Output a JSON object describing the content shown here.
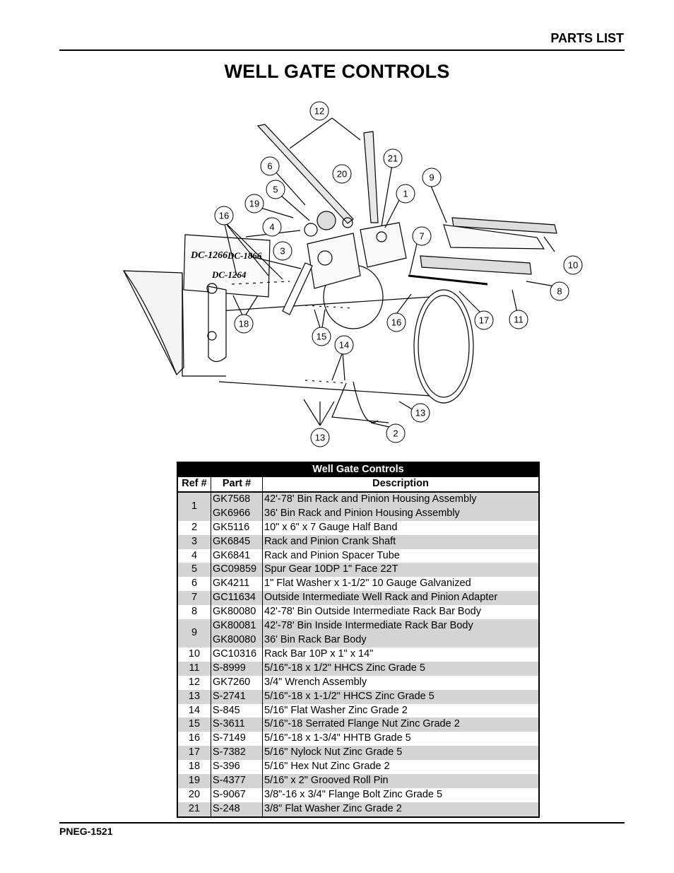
{
  "header": {
    "section": "PARTS LIST"
  },
  "page_title": "WELL GATE CONTROLS",
  "diagram": {
    "callouts": [
      "12",
      "21",
      "6",
      "20",
      "9",
      "5",
      "1",
      "19",
      "16",
      "4",
      "7",
      "3",
      "10",
      "8",
      "18",
      "16",
      "17",
      "11",
      "15",
      "14",
      "13",
      "2",
      "13"
    ],
    "labels": [
      "DC-1266",
      "DC-1866",
      "DC-1264"
    ]
  },
  "table": {
    "caption": "Well Gate Controls",
    "headers": [
      "Ref #",
      "Part #",
      "Description"
    ],
    "rows": [
      {
        "ref": "1",
        "parts": [
          "GK7568",
          "GK6966"
        ],
        "desc": [
          "42'-78' Bin Rack and Pinion Housing Assembly",
          "36' Bin Rack and Pinion Housing Assembly"
        ]
      },
      {
        "ref": "2",
        "parts": [
          "GK5116"
        ],
        "desc": [
          "10\" x 6\" x 7 Gauge Half Band"
        ]
      },
      {
        "ref": "3",
        "parts": [
          "GK6845"
        ],
        "desc": [
          "Rack and Pinion Crank Shaft"
        ]
      },
      {
        "ref": "4",
        "parts": [
          "GK6841"
        ],
        "desc": [
          "Rack and Pinion Spacer Tube"
        ]
      },
      {
        "ref": "5",
        "parts": [
          "GC09859"
        ],
        "desc": [
          "Spur Gear 10DP 1\" Face 22T"
        ]
      },
      {
        "ref": "6",
        "parts": [
          "GK4211"
        ],
        "desc": [
          "1\" Flat Washer x 1-1/2\" 10 Gauge Galvanized"
        ]
      },
      {
        "ref": "7",
        "parts": [
          "GC11634"
        ],
        "desc": [
          "Outside Intermediate Well Rack and Pinion Adapter"
        ]
      },
      {
        "ref": "8",
        "parts": [
          "GK80080"
        ],
        "desc": [
          "42'-78' Bin Outside Intermediate Rack Bar Body"
        ]
      },
      {
        "ref": "9",
        "parts": [
          "GK80081",
          "GK80080"
        ],
        "desc": [
          "42'-78' Bin Inside Intermediate Rack Bar Body",
          "36' Bin Rack Bar Body"
        ]
      },
      {
        "ref": "10",
        "parts": [
          "GC10316"
        ],
        "desc": [
          "Rack Bar 10P x 1\" x 14\""
        ]
      },
      {
        "ref": "11",
        "parts": [
          "S-8999"
        ],
        "desc": [
          "5/16\"-18 x 1/2\" HHCS Zinc Grade 5"
        ]
      },
      {
        "ref": "12",
        "parts": [
          "GK7260"
        ],
        "desc": [
          "3/4\" Wrench Assembly"
        ]
      },
      {
        "ref": "13",
        "parts": [
          "S-2741"
        ],
        "desc": [
          "5/16\"-18 x 1-1/2\" HHCS Zinc Grade 5"
        ]
      },
      {
        "ref": "14",
        "parts": [
          "S-845"
        ],
        "desc": [
          "5/16\" Flat Washer Zinc Grade 2"
        ]
      },
      {
        "ref": "15",
        "parts": [
          "S-3611"
        ],
        "desc": [
          "5/16\"-18 Serrated Flange Nut Zinc Grade 2"
        ]
      },
      {
        "ref": "16",
        "parts": [
          "S-7149"
        ],
        "desc": [
          "5/16\"-18 x 1-3/4\" HHTB Grade 5"
        ]
      },
      {
        "ref": "17",
        "parts": [
          "S-7382"
        ],
        "desc": [
          "5/16\" Nylock Nut Zinc Grade 5"
        ]
      },
      {
        "ref": "18",
        "parts": [
          "S-396"
        ],
        "desc": [
          "5/16\" Hex Nut Zinc Grade 2"
        ]
      },
      {
        "ref": "19",
        "parts": [
          "S-4377"
        ],
        "desc": [
          "5/16\" x 2\" Grooved Roll Pin"
        ]
      },
      {
        "ref": "20",
        "parts": [
          "S-9067"
        ],
        "desc": [
          "3/8\"-16 x 3/4\" Flange Bolt Zinc Grade 5"
        ]
      },
      {
        "ref": "21",
        "parts": [
          "S-248"
        ],
        "desc": [
          "3/8\" Flat Washer Zinc Grade 2"
        ]
      }
    ]
  },
  "footer": {
    "doc_number": "PNEG-1521"
  }
}
